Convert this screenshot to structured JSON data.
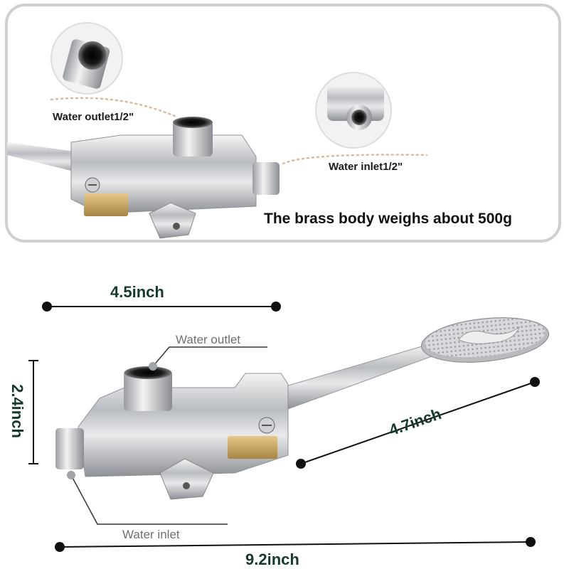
{
  "top": {
    "outlet_label": "Water outlet1/2\"",
    "inlet_label": "Water inlet1/2\"",
    "weight_text": "The brass body weighs about 500g"
  },
  "bottom": {
    "width_dim": "4.5inch",
    "height_dim": "2.4inch",
    "pedal_dim": "4.7inch",
    "total_dim": "9.2inch",
    "outlet_label": "Water outlet",
    "inlet_label": "Water inlet"
  }
}
